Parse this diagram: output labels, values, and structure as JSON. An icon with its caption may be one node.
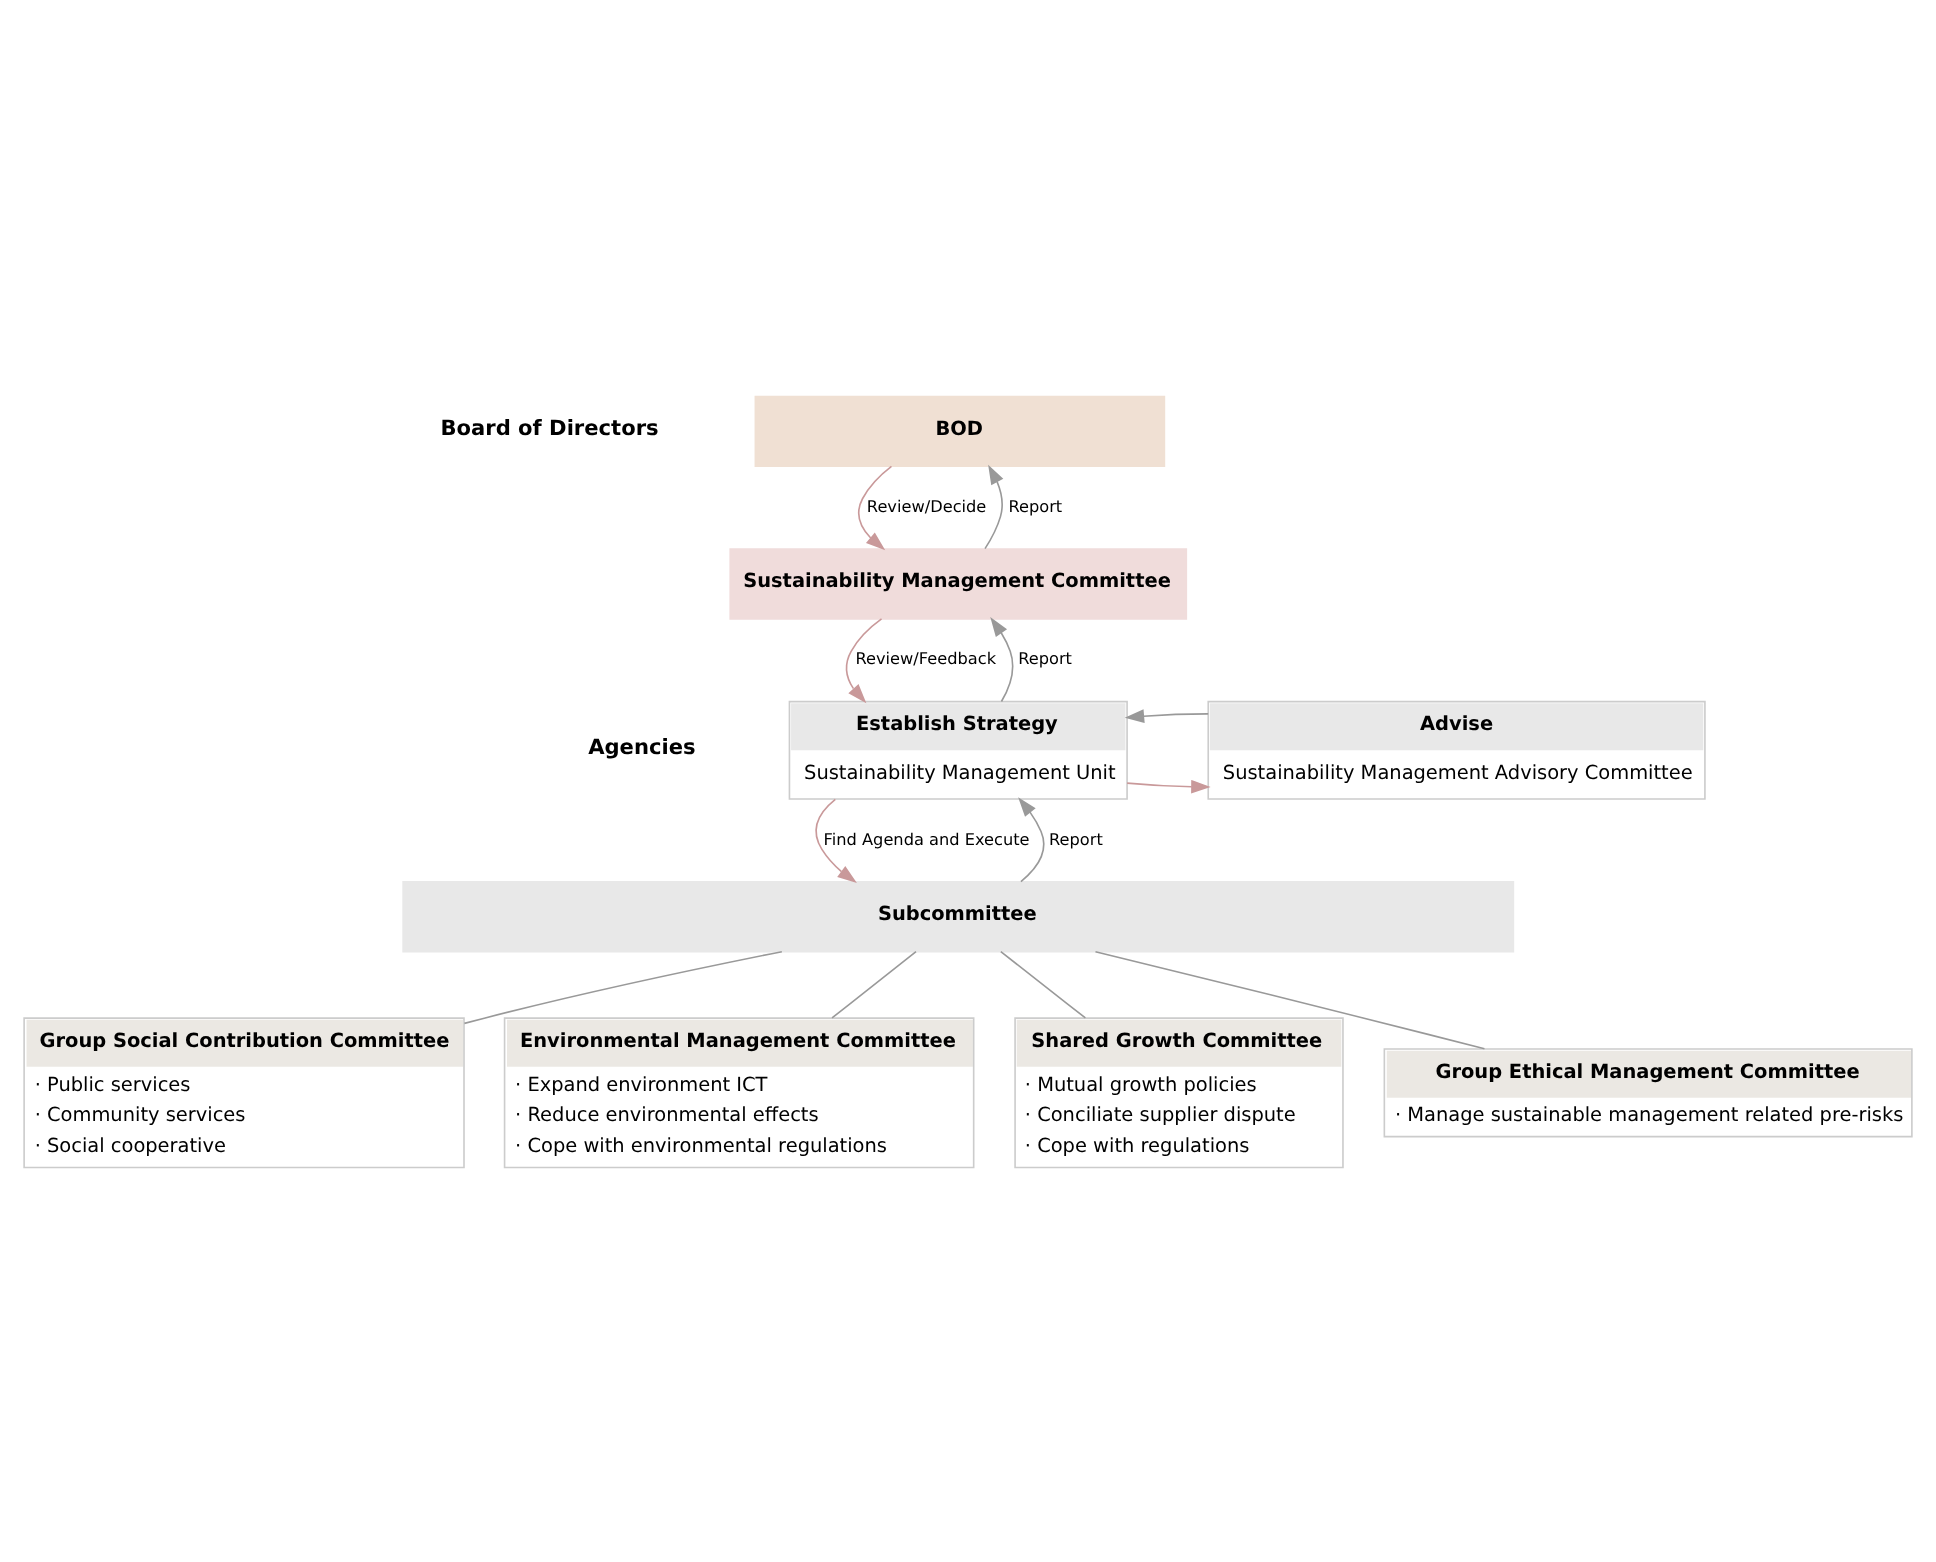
{
  "diagram": {
    "nodes": [
      {
        "text": [
          "BOD"
        ]
      },
      {
        "text": [
          "Sustainability Management Committee"
        ]
      },
      {
        "text": [
          "Establish Strategy",
          "Sustainability Management Unit"
        ]
      },
      {
        "text": [
          "Advise",
          "Sustainability Management Advisory Committee"
        ]
      },
      {
        "text": [
          "Subcommittee"
        ]
      },
      {
        "text": [
          "Group Social Contribution Committee",
          "· Public services",
          "· Community services",
          "· Social cooperative"
        ]
      },
      {
        "text": [
          "Environmental Management Committee",
          "· Expand environment ICT",
          "· Reduce environmental effects",
          "· Cope with environmental regulations"
        ]
      },
      {
        "text": [
          "Shared Growth Committee",
          "· Mutual growth policies",
          "· Conciliate supplier dispute",
          "· Cope with regulations"
        ]
      },
      {
        "text": [
          "Group Ethical Management Committee",
          "· Manage sustainable management related pre-risks"
        ]
      }
    ],
    "edges": [
      {
        "from": 1,
        "to": 0,
        "arrow": "to",
        "label": "Report"
      },
      {
        "from": 0,
        "to": 1,
        "arrow": "to",
        "label": "Review/Decide",
        "color": "#c9999a"
      },
      {
        "from": 2,
        "to": 1,
        "arrow": "to",
        "label": "Report"
      },
      {
        "from": 1,
        "to": 2,
        "arrow": "to",
        "label": "Review/Feedback",
        "color": "#c9999a"
      },
      {
        "from": 2,
        "to": 3,
        "arrow": "to",
        "color": "#c9999a"
      },
      {
        "from": 3,
        "to": 2,
        "arrow": "to"
      },
      {
        "from": 4,
        "to": 2,
        "arrow": "to",
        "label": "Report"
      },
      {
        "from": 2,
        "to": 4,
        "arrow": "to",
        "label": "Find Agenda and Execute",
        "color": "#c9999a"
      },
      {
        "from": 4,
        "to": 5,
        "arrow": "none"
      },
      {
        "from": 4,
        "to": 6,
        "arrow": "none"
      },
      {
        "from": 4,
        "to": 7,
        "arrow": "none"
      },
      {
        "from": 4,
        "to": 8,
        "arrow": "none"
      }
    ],
    "labels": [
      "Board of Directors",
      "Agencies"
    ]
  }
}
